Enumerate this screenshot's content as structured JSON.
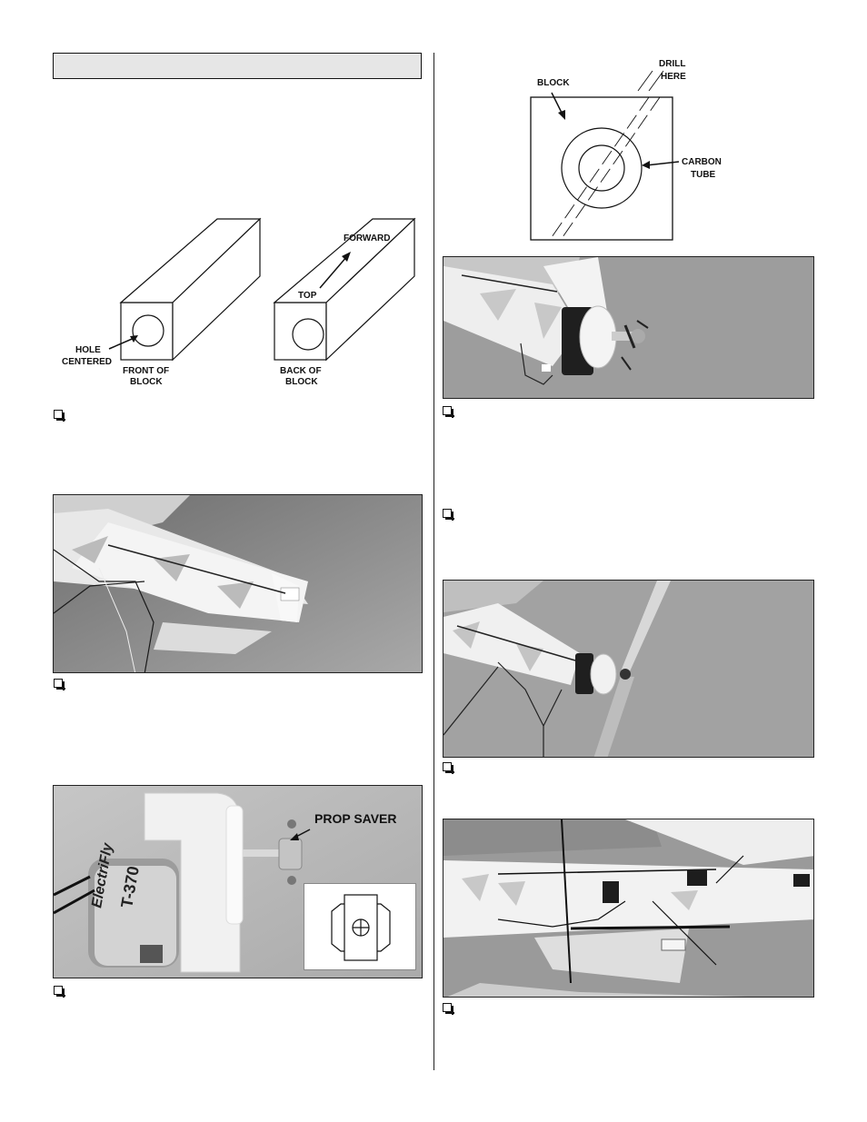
{
  "figures": {
    "block_iso": {
      "hole_centered": [
        "HOLE",
        "CENTERED"
      ],
      "front_of_block": [
        "FRONT OF",
        "BLOCK"
      ],
      "top": "TOP",
      "forward": "FORWARD",
      "back_of_block": [
        "BACK OF",
        "BLOCK"
      ]
    },
    "block_drill": {
      "block": "BLOCK",
      "drill_here": [
        "DRILL",
        "HERE"
      ],
      "carbon_tube": [
        "CARBON",
        "TUBE"
      ]
    },
    "motor_photo": {
      "prop_saver": "PROP SAVER",
      "motor_brand": "ElectriFly",
      "motor_model": "T-370"
    }
  }
}
